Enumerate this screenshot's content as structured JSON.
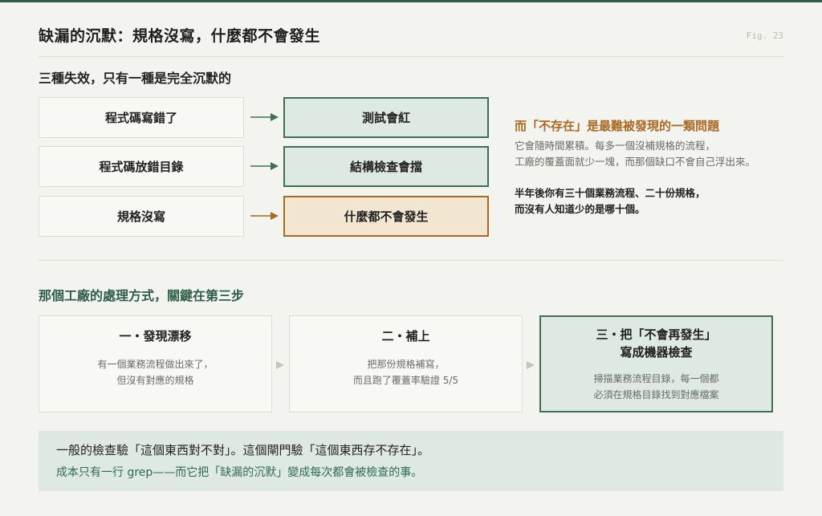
{
  "header": {
    "title": "缺漏的沉默：規格沒寫，什麼都不會發生",
    "fig_label": "Fig. 23"
  },
  "section1": {
    "heading": "三種失效，只有一種是完全沉默的",
    "rows": [
      {
        "cause": "程式碼寫錯了",
        "outcome": "測試會紅",
        "tone": "green"
      },
      {
        "cause": "程式碼放錯目錄",
        "outcome": "結構檢查會擋",
        "tone": "green"
      },
      {
        "cause": "規格沒寫",
        "outcome": "什麼都不會發生",
        "tone": "amber"
      }
    ]
  },
  "side_note": {
    "heading": "而「不存在」是最難被發現的一類問題",
    "para1": [
      "它會隨時間累積。每多一個沒補規格的流程，",
      "工廠的覆蓋面就少一塊，而那個缺口不會自己浮出來。"
    ],
    "para2": [
      "半年後你有三十個業務流程、二十份規格，",
      "而沒有人知道少的是哪十個。"
    ]
  },
  "section2": {
    "heading": "那個工廠的處理方式，關鍵在第三步",
    "steps": [
      {
        "title": [
          "一・發現漂移"
        ],
        "desc": [
          "有一個業務流程做出來了，",
          "但沒有對應的規格"
        ]
      },
      {
        "title": [
          "二・補上"
        ],
        "desc": [
          "把那份規格補寫，",
          "而且跑了覆蓋率驗證 5/5"
        ]
      },
      {
        "title": [
          "三・把「不會再發生」",
          "寫成機器檢查"
        ],
        "desc": [
          "掃描業務流程目錄，每一個都",
          "必須在規格目錄找到對應檔案"
        ]
      }
    ]
  },
  "footer": {
    "line1": "一般的檢查驗「這個東西對不對」。這個閘門驗「這個東西存不存在」。",
    "line2": "成本只有一行 grep——而它把「缺漏的沉默」變成每次都會被檢查的事。"
  },
  "colors": {
    "accent_green": "#3f6e57",
    "accent_amber": "#a86a22",
    "green_fill": "#dfe9e3",
    "amber_fill": "#f2e6d1"
  }
}
